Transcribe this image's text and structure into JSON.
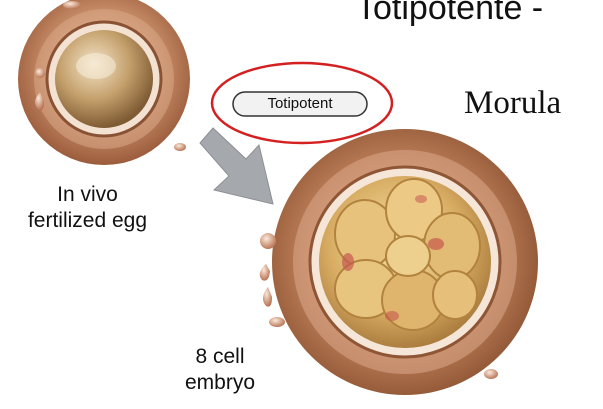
{
  "title": "Totipotente -",
  "badge_label": "Totipotent",
  "stage_label": "Morula",
  "egg_label_line1": "In vivo",
  "egg_label_line2": "fertilized egg",
  "embryo_label_line1": "8 cell",
  "embryo_label_line2": "embryo",
  "colors": {
    "highlight_ring": "#d42020",
    "arrow": "#a5a9ad",
    "cell_outer": "#b9774f",
    "cell_inner": "#d9b16a"
  }
}
